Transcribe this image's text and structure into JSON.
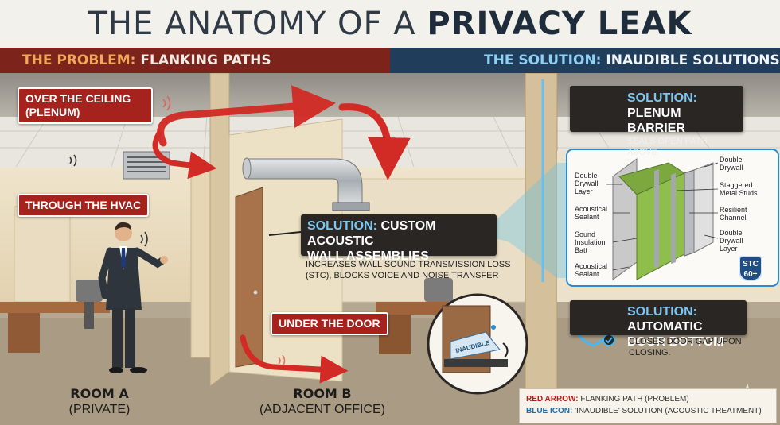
{
  "title": {
    "normal": "THE ANATOMY OF A ",
    "bold": "PRIVACY LEAK"
  },
  "bands": {
    "problem_label": "THE PROBLEM:",
    "problem_text": "FLANKING PATHS",
    "solution_label": "THE SOLUTION:",
    "solution_text": "INAUDIBLE SOLUTIONS"
  },
  "problem_tags": {
    "ceiling_line1": "OVER THE CEILING",
    "ceiling_line2": "(PLENUM)",
    "hvac": "THROUGH THE HVAC",
    "door": "UNDER THE DOOR"
  },
  "solutions": {
    "plenum": {
      "label": "SOLUTION:",
      "title": "PLENUM BARRIER",
      "sub": "SEALS OPEN PATH ABOVE"
    },
    "wall": {
      "label": "SOLUTION:",
      "title_a": "CUSTOM ACOUSTIC",
      "title_b": "WALL ASSEMBLIES",
      "sub1": "INCREASES WALL SOUND TRANSMISSION LOSS",
      "sub2": "(STC), BLOCKS VOICE AND NOISE TRANSFER"
    },
    "door": {
      "label": "SOLUTION:",
      "title_a": "AUTOMATIC",
      "title_b": "DOOR BOTTOM",
      "sub1": "CLOSES DOOR GAP UPON",
      "sub2": "CLOSING."
    }
  },
  "wall_detail": {
    "left": [
      [
        "Double",
        "Drywall",
        "Layer"
      ],
      [
        "Acoustical",
        "Sealant"
      ],
      [
        "Sound",
        "Insulation",
        "Batt"
      ],
      [
        "Acoustical",
        "Sealant"
      ]
    ],
    "right": [
      [
        "Double",
        "Drywall"
      ],
      [
        "Staggered",
        "Metal Studs"
      ],
      [
        "Resilient",
        "Channel"
      ],
      [
        "Double",
        "Drywall",
        "Layer"
      ]
    ],
    "stc_line1": "STC",
    "stc_line2": "60+"
  },
  "door_seal_text": "INAUDIBLE",
  "rooms": {
    "a_name": "ROOM A",
    "a_desc": "(PRIVATE)",
    "b_name": "ROOM B",
    "b_desc": "(ADJACENT OFFICE)"
  },
  "legend": {
    "red_label": "RED ARROW:",
    "red_text": "FLANKING PATH (PROBLEM)",
    "blue_label": "BLUE ICON:",
    "blue_text": "'INAUDIBLE' SOLUTION (ACOUSTIC TREATMENT)"
  },
  "colors": {
    "problem_red": "#c3231e",
    "solution_blue": "#2a8bd0",
    "band_left": "#7c231b",
    "band_right": "#213d5c"
  }
}
